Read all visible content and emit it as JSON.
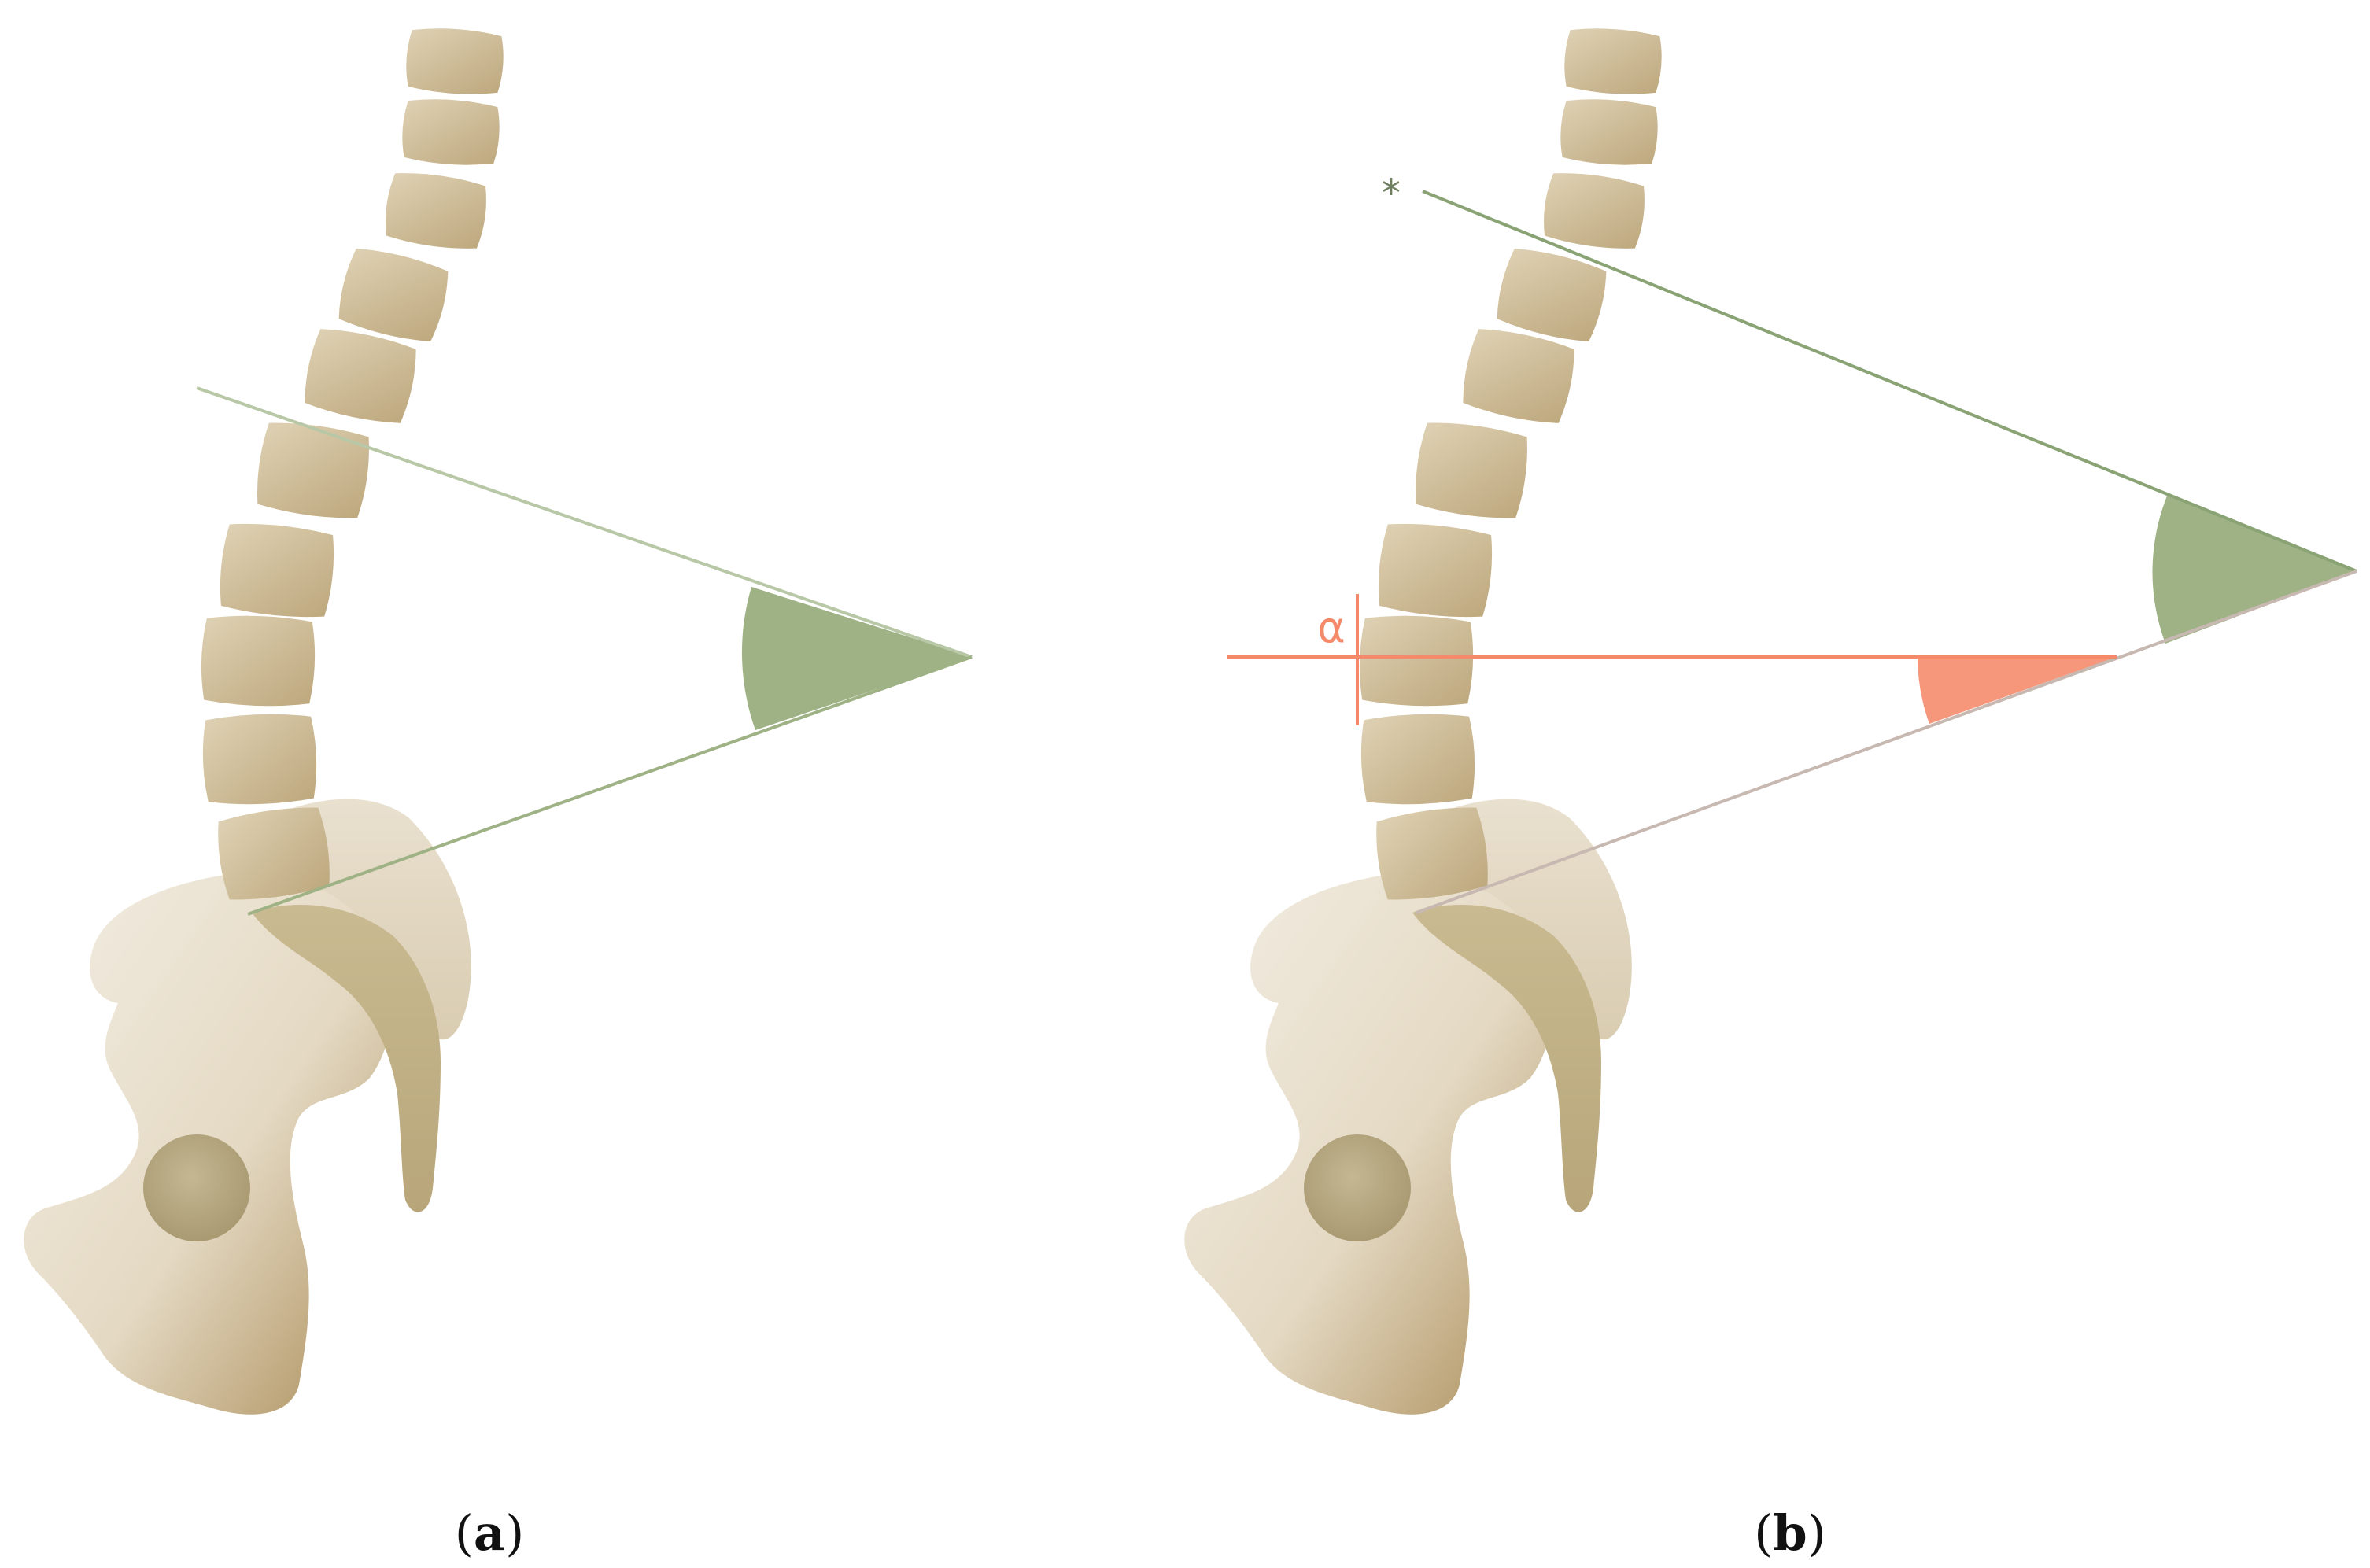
{
  "colors": {
    "background": "#ffffff",
    "vertebra": "#cbb893",
    "vertebra_light": "#ddd0b2",
    "pelvis_light": "#efe9dd",
    "pelvis_dark": "#a98a54",
    "sacrum": "#c6b88d",
    "femoral_head": "#b8ab85",
    "green_angle": "#9fb285",
    "green_line": "#8aa374",
    "orange_line": "#f58a6b",
    "orange_angle": "#f6967a",
    "grey_line": "#c7b9b1"
  },
  "panels": [
    {
      "id": "a",
      "caption_open": "(",
      "caption_letter": "a",
      "caption_close": ")"
    },
    {
      "id": "b",
      "caption_open": "(",
      "caption_letter": "b",
      "caption_close": ")",
      "marker_asterisk": "*",
      "marker_alpha": "α"
    }
  ]
}
